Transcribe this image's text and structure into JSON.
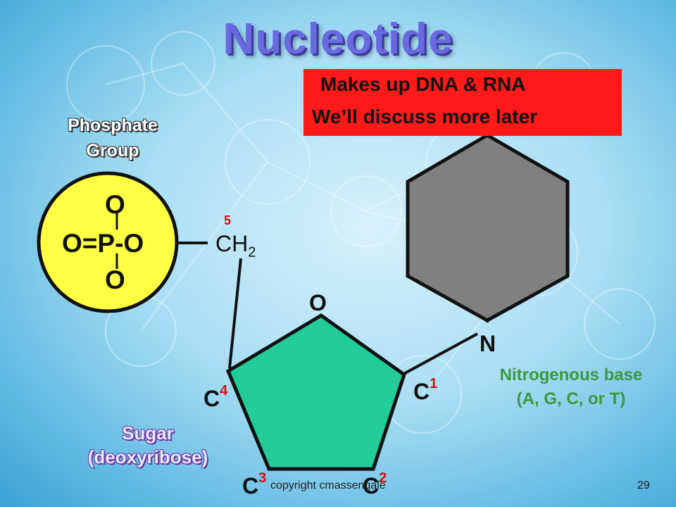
{
  "title": "Nucleotide",
  "callout": {
    "line1": "Makes up DNA & RNA",
    "line2": "We’ll discuss more later",
    "background_color": "#ff1a1a"
  },
  "phosphate": {
    "label_line1": "Phosphate",
    "label_line2": "Group",
    "formula_top": "O",
    "formula_middle": "O=P-O",
    "formula_bottom": "O",
    "circle_color": "#ffff44"
  },
  "sugar": {
    "ch2_main": "CH",
    "ch2_sub": "2",
    "carbon5_number": "5",
    "ring_oxygen": "O",
    "c1": "C",
    "c1_num": "1",
    "c2": "C",
    "c2_num": "2",
    "c3": "C",
    "c3_num": "3",
    "c4": "C",
    "c4_num": "4",
    "label_line1": "Sugar",
    "label_line2": "(deoxyribose)",
    "pentagon_color": "#22cc99"
  },
  "base": {
    "nitrogen": "N",
    "label_line1": "Nitrogenous base",
    "label_line2": "(A, G, C, or T)",
    "hexagon_color": "#808080"
  },
  "footer": {
    "copyright": "copyright cmassengale",
    "slide_number": "29"
  }
}
